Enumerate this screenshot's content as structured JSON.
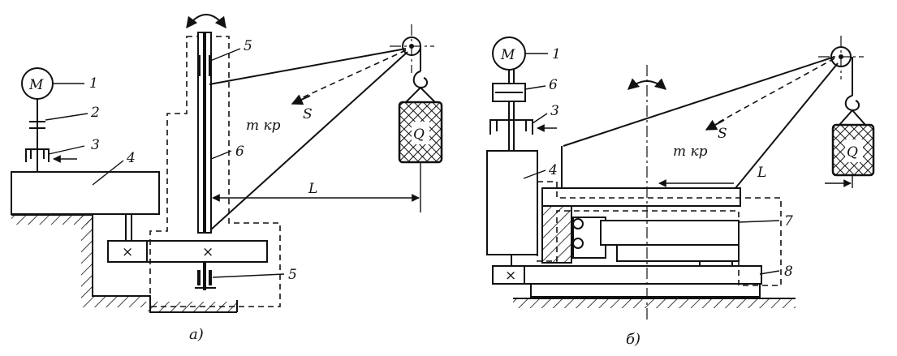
{
  "figure_a": {
    "caption": "а)",
    "motor": "M",
    "callouts": [
      "1",
      "2",
      "3",
      "4",
      "5",
      "6",
      "5"
    ],
    "torque": "m кр",
    "force": "S",
    "length": "L",
    "load": "Q"
  },
  "figure_b": {
    "caption": "б)",
    "motor": "M",
    "callouts": [
      "1",
      "6",
      "3",
      "4",
      "7",
      "8"
    ],
    "torque": "m кр",
    "force": "S",
    "length": "L",
    "load": "Q"
  }
}
